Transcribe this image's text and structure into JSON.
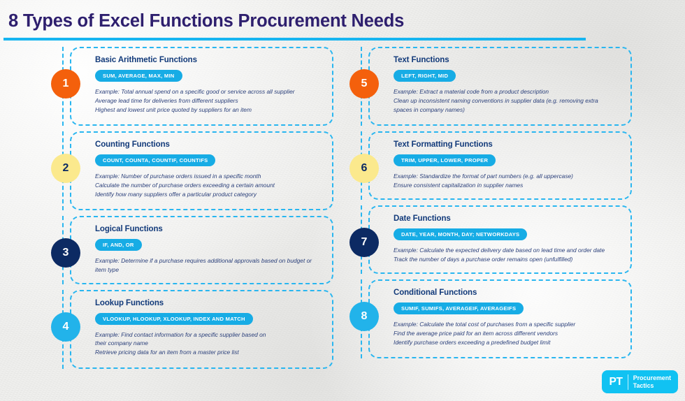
{
  "header": {
    "title": "8 Types of Excel Functions Procurement Needs"
  },
  "brand": {
    "mark": "PT",
    "line1": "Procurement",
    "line2": "Tactics"
  },
  "palette": {
    "title_purple": "#2e1f6e",
    "accent_cyan": "#17b5f0",
    "tag_blue": "#17ace5",
    "card_title_navy": "#123a7a",
    "body_navy": "#2a3f7a",
    "bubble_orange": "#f4600c",
    "bubble_yellow": "#fbe98d",
    "bubble_navy": "#0c2a63",
    "bubble_cyan": "#22b3ea",
    "background": "#f1f1ef"
  },
  "cards": [
    {
      "number": "1",
      "bubble_fill": "#f4600c",
      "bubble_text_color": "#ffffff",
      "title": "Basic Arithmetic Functions",
      "tag": "SUM, AVERAGE, MAX, MIN",
      "lines": [
        "Example: Total annual spend on a specific good or service across all supplier",
        "Average lead time for deliveries from different suppliers",
        "Highest and lowest unit price quoted by suppliers for an item"
      ]
    },
    {
      "number": "2",
      "bubble_fill": "#fbe98d",
      "bubble_text_color": "#0c2a63",
      "title": "Counting Functions",
      "tag": "COUNT, COUNTA, COUNTIF, COUNTIFS",
      "lines": [
        "Example: Number of purchase orders issued in a specific month",
        "Calculate the number of purchase orders exceeding a certain amount",
        "Identify how many suppliers offer a particular product category"
      ]
    },
    {
      "number": "3",
      "bubble_fill": "#0c2a63",
      "bubble_text_color": "#ffffff",
      "title": "Logical Functions",
      "tag": "IF, AND, OR",
      "lines": [
        "Example: Determine if a purchase requires additional approvals based on budget or",
        "item type"
      ]
    },
    {
      "number": "4",
      "bubble_fill": "#22b3ea",
      "bubble_text_color": "#ffffff",
      "title": "Lookup Functions",
      "tag": "VLOOKUP, HLOOKUP, XLOOKUP, INDEX AND MATCH",
      "lines": [
        "Example: Find contact information for a specific supplier based on",
        "their company name",
        "Retrieve pricing data for an item from a master price list"
      ]
    },
    {
      "number": "5",
      "bubble_fill": "#f4600c",
      "bubble_text_color": "#ffffff",
      "title": "Text Functions",
      "tag": "LEFT, RIGHT, MID",
      "lines": [
        "Example: Extract a material code from a product description",
        "Clean up inconsistent naming conventions in supplier data (e.g. removing extra",
        "spaces in company names)"
      ]
    },
    {
      "number": "6",
      "bubble_fill": "#fbe98d",
      "bubble_text_color": "#0c2a63",
      "title": "Text Formatting Functions",
      "tag": "TRIM, UPPER, LOWER, PROPER",
      "lines": [
        "Example: Standardize the format of part numbers (e.g. all uppercase)",
        "Ensure consistent capitalization in supplier names"
      ]
    },
    {
      "number": "7",
      "bubble_fill": "#0c2a63",
      "bubble_text_color": "#ffffff",
      "title": "Date Functions",
      "tag": "DATE, YEAR, MONTH, DAY; NETWORKDAYS",
      "lines": [
        "Example: Calculate the expected delivery date based on lead time and order date",
        "Track the number of days a purchase order remains open (unfulfilled)"
      ]
    },
    {
      "number": "8",
      "bubble_fill": "#22b3ea",
      "bubble_text_color": "#ffffff",
      "title": "Conditional Functions",
      "tag": "SUMIF, SUMIFS, AVERAGEIF, AVERAGEIFS",
      "lines": [
        "Example: Calculate the total cost of purchases from a specific supplier",
        "Find the average price paid for an item across different vendors",
        "Identify purchase orders exceeding a predefined budget limit"
      ]
    }
  ]
}
